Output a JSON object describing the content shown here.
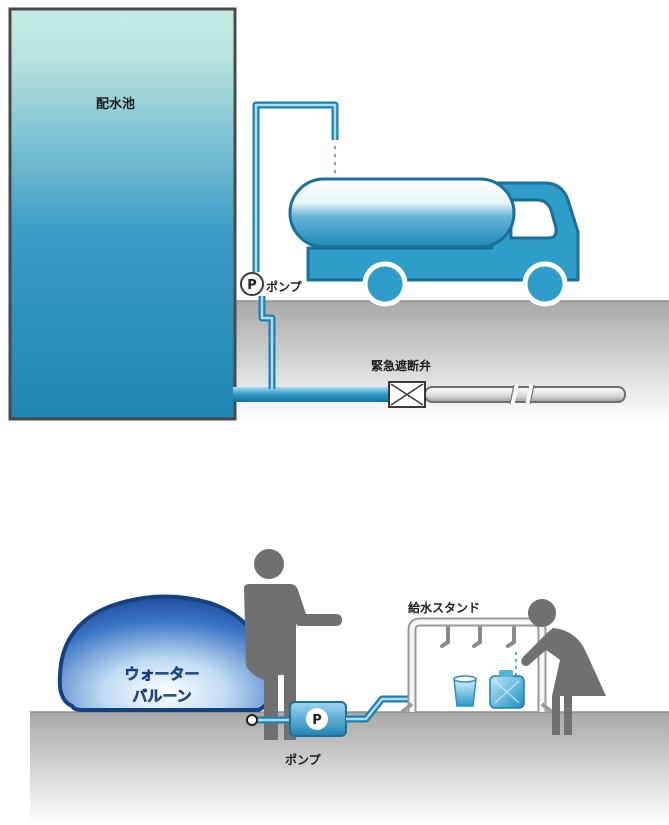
{
  "labels": {
    "reservoir": "配水池",
    "pump_top": "ポンプ",
    "pump_top_badge": "P",
    "valve": "緊急遮断弁",
    "balloon_line1": "ウォーター",
    "balloon_line2": "バルーン",
    "water_stand": "給水スタンド",
    "pump_bottom": "ポンプ",
    "pump_bottom_badge": "P"
  },
  "colors": {
    "water_dark": "#1f8ab8",
    "water_light": "#c4e9e2",
    "ground": "#b4b4b4",
    "person": "#707070",
    "outline": "#454545"
  }
}
